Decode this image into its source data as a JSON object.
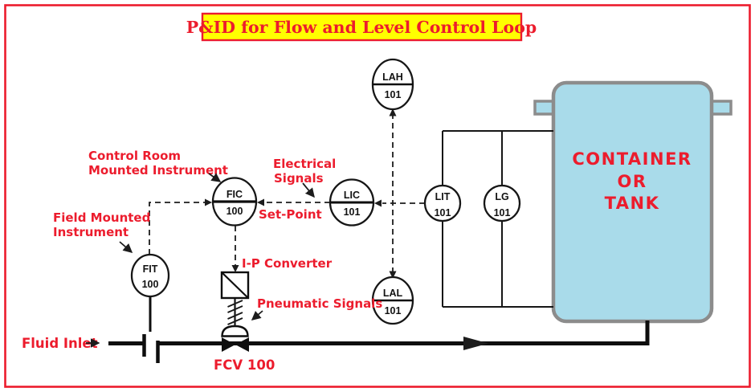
{
  "title": "P&ID for Flow and Level Control Loop",
  "tank": {
    "line1": "CONTAINER",
    "line2": "OR",
    "line3": "TANK"
  },
  "instruments": {
    "lah": {
      "tag": "LAH",
      "num": "101"
    },
    "lal": {
      "tag": "LAL",
      "num": "101"
    },
    "fic": {
      "tag": "FIC",
      "num": "100"
    },
    "lic": {
      "tag": "LIC",
      "num": "101"
    },
    "lit": {
      "tag": "LIT",
      "num": "101"
    },
    "lg": {
      "tag": "LG",
      "num": "101"
    },
    "fit": {
      "tag": "FIT",
      "num": "100"
    }
  },
  "labels": {
    "control_room_1": "Control Room",
    "control_room_2": "Mounted Instrument",
    "field_mounted_1": "Field Mounted",
    "field_mounted_2": "Instrument",
    "electrical_1": "Electrical",
    "electrical_2": "Signals",
    "set_point": "Set-Point",
    "ip_converter": "I-P Converter",
    "pneumatic": "Pneumatic Signals",
    "fcv": "FCV 100",
    "fluid_inlet": "Fluid Inlet"
  },
  "colors": {
    "accent_red": "#EC1C2D",
    "title_bg": "#FFFF00",
    "tank_fill": "#A9DBEA",
    "tank_border": "#8C8C8C",
    "line": "#161616"
  }
}
